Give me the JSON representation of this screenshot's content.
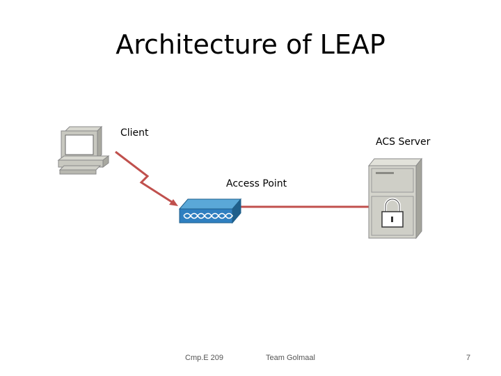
{
  "slide": {
    "title": "Architecture of LEAP"
  },
  "diagram": {
    "nodes": {
      "client": {
        "label": "Client"
      },
      "access_point": {
        "label": "Access Point"
      },
      "acs_server": {
        "label": "ACS Server"
      }
    },
    "links": [
      {
        "from": "client",
        "to": "access_point",
        "type": "wireless",
        "color": "#c0504d"
      },
      {
        "from": "access_point",
        "to": "acs_server",
        "type": "wired",
        "color": "#c0504d"
      }
    ]
  },
  "footer": {
    "course": "Cmp.E 209",
    "team": "Team Golmaal",
    "page_number": "7"
  }
}
